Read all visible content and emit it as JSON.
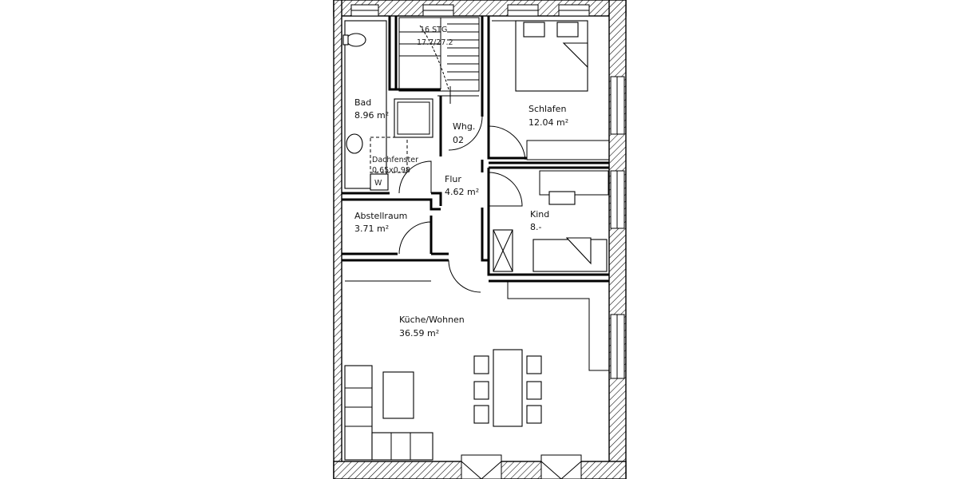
{
  "plan": {
    "stair_label": "16 STG",
    "stair_ratio": "17.7/27.2",
    "skylight_label": "Dachfenster",
    "skylight_size": "0.65x0.98",
    "washer_label": "W"
  },
  "rooms": [
    {
      "id": "bad",
      "name": "Bad",
      "area": "8.96  m²"
    },
    {
      "id": "whg",
      "name": "Whg.",
      "area": "02"
    },
    {
      "id": "flur",
      "name": "Flur",
      "area": "4.62  m²"
    },
    {
      "id": "schlafen",
      "name": "Schlafen",
      "area": "12.04  m²"
    },
    {
      "id": "kind",
      "name": "Kind",
      "area": "8.‐"
    },
    {
      "id": "abstellraum",
      "name": "Abstellraum",
      "area": "3.71  m²"
    },
    {
      "id": "kueche",
      "name": "Küche/Wohnen",
      "area": "36.59  m²"
    }
  ]
}
